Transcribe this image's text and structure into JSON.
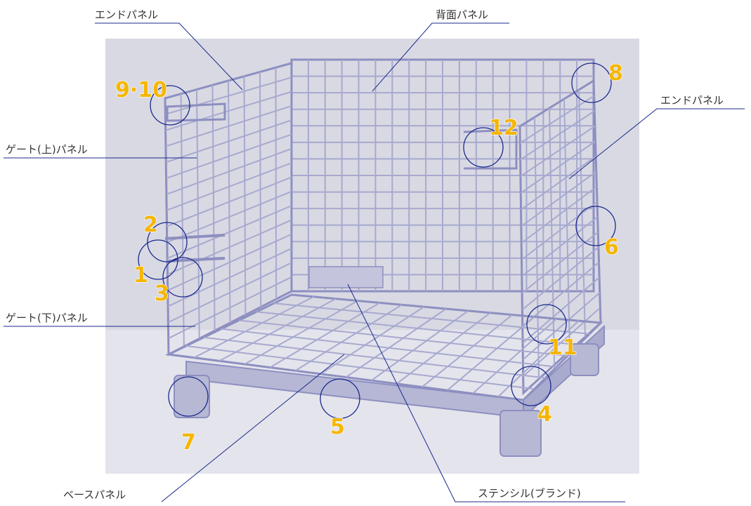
{
  "labels": {
    "end_panel_left": "エンドパネル",
    "back_panel": "背面パネル",
    "end_panel_right": "エンドパネル",
    "gate_upper_panel": "ゲート(上)パネル",
    "gate_lower_panel": "ゲート(下)パネル",
    "base_panel": "ベースパネル",
    "stencil_brand": "ステンシル(ブランド)"
  },
  "callouts": {
    "n1": "1",
    "n2": "2",
    "n3": "3",
    "n4": "4",
    "n5": "5",
    "n6": "6",
    "n7": "7",
    "n8": "8",
    "n9_10": "9·10",
    "n11": "11",
    "n12": "12"
  },
  "colors": {
    "photo_background": "#d9d9e3",
    "cage_wire": "#a7a9cf",
    "leader_line": "#1a2a8c",
    "callout_number": "#f5b600",
    "label_text": "#333333"
  }
}
